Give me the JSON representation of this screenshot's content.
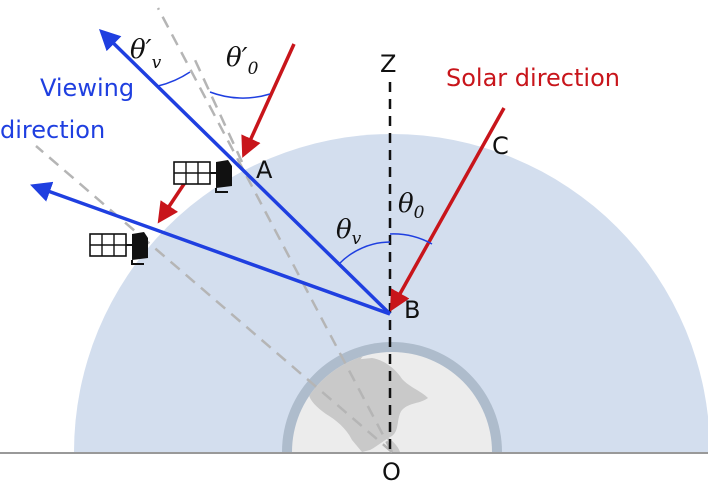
{
  "labels": {
    "point_a": "A",
    "point_b": "B",
    "point_c": "C",
    "point_o": "O",
    "axis_z": "Z",
    "solar_direction_line1": "Solar direction",
    "viewing_direction_line1": "Viewing",
    "viewing_direction_line2": "direction"
  },
  "angles": {
    "theta_v": {
      "symbol": "θ",
      "subscript": "v"
    },
    "theta_0": {
      "symbol": "θ",
      "subscript": "0"
    },
    "theta_prime_v": {
      "symbol": "θ′",
      "subscript": "v"
    },
    "theta_prime_0": {
      "symbol": "θ′",
      "subscript": "0"
    }
  },
  "colors": {
    "atmosphere": "#d3deee",
    "earth_ring": "#aebccc",
    "earth": "#ececec",
    "viewing": "#1f3fe0",
    "solar": "#c8151b",
    "dashed_gray": "#b5b5b5",
    "zenith": "#111111",
    "label_blue": "#1f3fe0",
    "label_red": "#c8151b"
  },
  "icons": {
    "satellite_upper": "satellite-icon",
    "satellite_lower": "satellite-icon"
  }
}
